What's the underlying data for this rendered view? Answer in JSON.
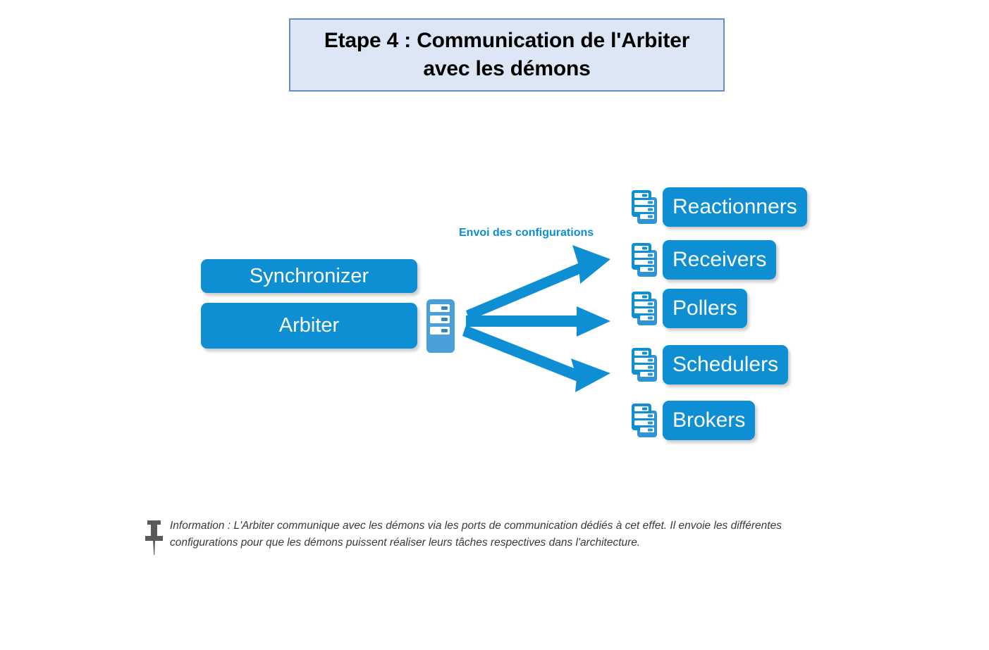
{
  "page": {
    "background": "#ffffff",
    "accent_blue": "#0e8ed3",
    "icon_blue": "#4a9fd8",
    "caption_blue": "#0d8ed4",
    "banner_bg": "#dce6f5",
    "banner_border": "#6b8ec2"
  },
  "title": {
    "text": "Etape 4 : Communication de l'Arbiter avec les démons"
  },
  "diagram": {
    "left_nodes": [
      {
        "id": "synchronizer",
        "label": "Synchronizer"
      },
      {
        "id": "arbiter",
        "label": "Arbiter"
      }
    ],
    "arrow_caption": "Envoi des configurations",
    "daemons": [
      {
        "id": "reactionners",
        "label": "Reactionners"
      },
      {
        "id": "receivers",
        "label": "Receivers"
      },
      {
        "id": "pollers",
        "label": "Pollers"
      },
      {
        "id": "schedulers",
        "label": "Schedulers"
      },
      {
        "id": "brokers",
        "label": "Brokers"
      }
    ],
    "icons": {
      "arbiter_server": "server-rack-icon",
      "daemon_group": "multiple-servers-icon",
      "arrows": "arrow-right-icon"
    }
  },
  "footer": {
    "icon": "pushpin-icon",
    "text": "Information : L'Arbiter communique avec les démons via les ports de communication dédiés à cet effet. Il envoie les différentes configurations pour que les démons puissent réaliser leurs tâches respectives dans l'architecture."
  }
}
